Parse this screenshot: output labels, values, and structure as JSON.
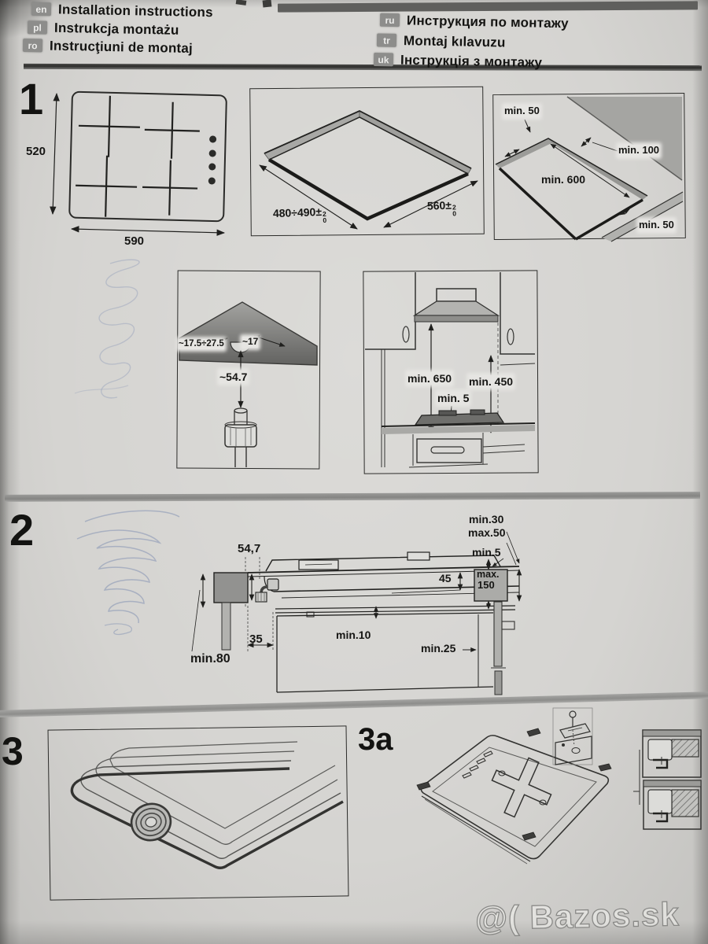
{
  "header": {
    "languages_left": [
      {
        "code": "en",
        "label": "Installation instructions"
      },
      {
        "code": "pl",
        "label": "Instrukcja montażu"
      },
      {
        "code": "ro",
        "label": "Instrucţiuni de montaj"
      }
    ],
    "languages_right": [
      {
        "code": "ru",
        "label": "Инструкция по монтажу"
      },
      {
        "code": "tr",
        "label": "Montaj kılavuzu"
      },
      {
        "code": "uk",
        "label": "Інструкція з монтажу"
      }
    ]
  },
  "section1": {
    "number": "1",
    "hob_height": "520",
    "hob_width": "590",
    "cutout_depth": "480÷490±",
    "cutout_depth_tol_plus": "2",
    "cutout_depth_tol_minus": "0",
    "cutout_width": "560±",
    "cutout_width_tol_plus": "2",
    "cutout_width_tol_minus": "0",
    "clearance_side": "min. 50",
    "clearance_rear": "min. 100",
    "clearance_front_depth": "min. 600",
    "clearance_front": "min. 50",
    "gas_pipe_range": "~17.5÷27.5",
    "gas_pipe_offset": "~17",
    "gas_pipe_height": "~54.7",
    "hood_clearance": "min. 650",
    "cabinet_clearance": "min. 450",
    "hob_rear_gap": "min. 5"
  },
  "section2": {
    "number": "2",
    "build_in_height": "54,7",
    "worktop_front": "35",
    "panel_clearance": "min.80",
    "niche_min": "min.30",
    "niche_max": "max.50",
    "edge_gap": "min.5",
    "side_depth": "45",
    "divider_max_line1": "max.",
    "divider_max_line2": "150",
    "shelf_gap": "min.10",
    "oven_gap": "min.25"
  },
  "section3": {
    "number": "3"
  },
  "section3a": {
    "number": "3a"
  },
  "watermark": "@( Bazos.sk"
}
